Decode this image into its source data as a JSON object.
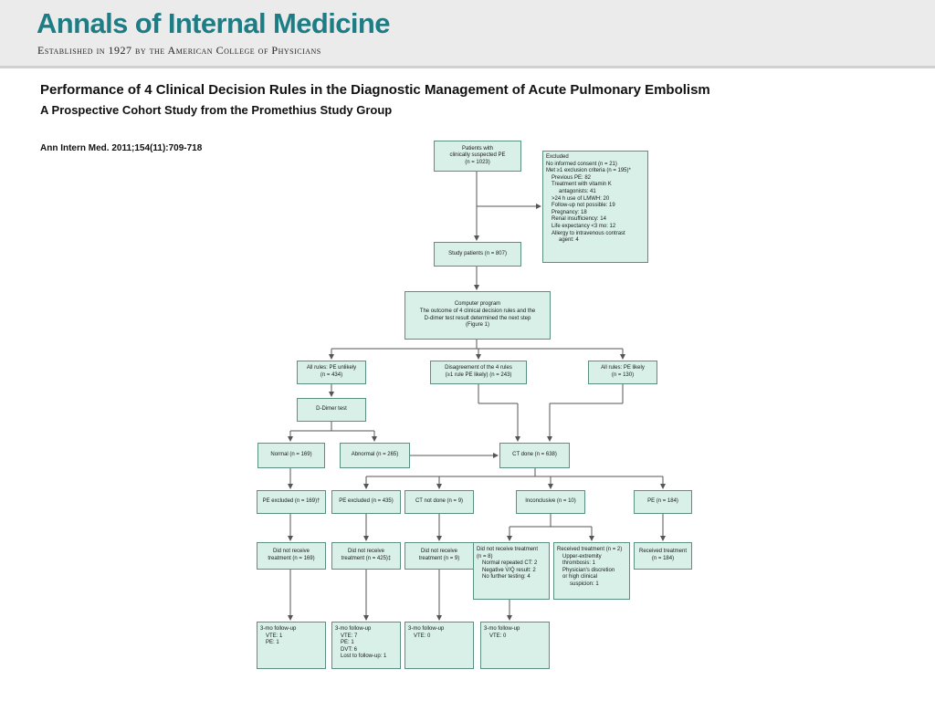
{
  "header": {
    "journal_title": "Annals of Internal Medicine",
    "tagline": "Established in 1927 by the American College of Physicians"
  },
  "article": {
    "title": "Performance of 4 Clinical Decision Rules in the Diagnostic Management of Acute Pulmonary Embolism",
    "subtitle": "A Prospective Cohort Study from the Promethius Study Group",
    "citation": "Ann Intern Med. 2011;154(11):709-718"
  },
  "flowchart": {
    "patients": [
      "Patients with",
      "clinically suspected PE",
      "(n = 1023)"
    ],
    "excluded": {
      "lines": [
        "Excluded",
        "No informed consent (n = 21)",
        "Met ≥1 exclusion criteria (n = 195)*",
        "Previous PE: 82",
        "Treatment with vitamin K",
        "antagonists: 41",
        ">24 h use of LMWH: 20",
        "Follow-up not possible: 19",
        "Pregnancy: 18",
        "Renal insufficiency: 14",
        "Life expectancy <3 mo: 12",
        "Allergy to intravenous contrast",
        "agent: 4"
      ]
    },
    "study_patients": "Study patients (n = 807)",
    "computer_program": [
      "Computer program",
      "The outcome of 4 clinical decision rules and the",
      "D-dimer test result determined the next step",
      "(Figure 1)"
    ],
    "pe_unlikely": [
      "All rules: PE unlikely",
      "(n = 434)"
    ],
    "disagreement": [
      "Disagreement of the 4 rules",
      "(≥1 rule PE likely) (n = 243)"
    ],
    "pe_likely": [
      "All rules: PE likely",
      "(n = 130)"
    ],
    "ddimer": "D-Dimer test",
    "normal": "Normal (n = 169)",
    "abnormal": "Abnormal (n = 265)",
    "ct_done": "CT done (n = 638)",
    "pe_excluded_1": "PE excluded (n = 169)†",
    "pe_excluded_2": "PE excluded (n = 435)",
    "ct_not_done": "CT not done (n = 9)",
    "inconclusive": "Inconclusive (n = 10)",
    "pe_positive": "PE (n = 184)",
    "no_treatment_1": [
      "Did not receive",
      "treatment (n = 169)"
    ],
    "no_treatment_2": [
      "Did not receive",
      "treatment (n = 425)‡"
    ],
    "no_treatment_3": [
      "Did not receive",
      "treatment (n = 9)"
    ],
    "no_treatment_4": [
      "Did not receive treatment",
      "(n = 8)",
      "Normal repeated CT: 2",
      "Negative V̇/Q̇ result: 2",
      "No further testing: 4"
    ],
    "received_treatment_2": [
      "Received treatment (n = 2)",
      "Upper-extremity",
      "thrombosis: 1",
      "Physician's discretion",
      "or high clinical",
      "suspicion: 1"
    ],
    "received_treatment_184": [
      "Received treatment",
      "(n = 184)"
    ],
    "followup_1": [
      "3-mo follow-up",
      "VTE: 1",
      "PE: 1"
    ],
    "followup_2": [
      "3-mo follow-up",
      "VTE: 7",
      "PE: 1",
      "DVT: 6",
      "Lost to follow-up: 1"
    ],
    "followup_3": [
      "3-mo follow-up",
      "VTE: 0"
    ],
    "followup_4": [
      "3-mo follow-up",
      "VTE: 0"
    ]
  },
  "colors": {
    "journal_teal": "#1e7c85",
    "box_fill": "#d8f0e8",
    "box_border": "#5a8f82",
    "connector": "#555555"
  }
}
